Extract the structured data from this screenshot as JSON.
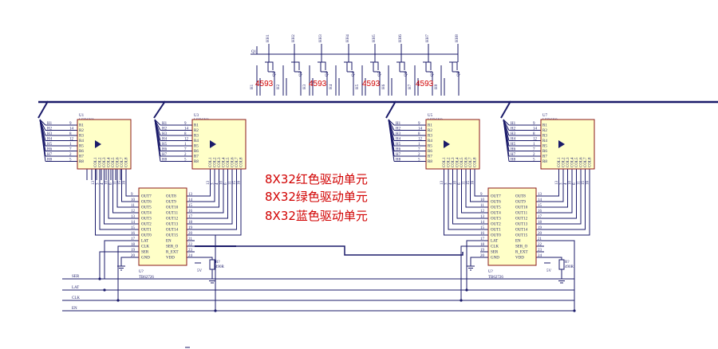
{
  "captions": [
    "8X32红色驱动单元",
    "8X32绿色驱动单元",
    "8X32蓝色驱动单元"
  ],
  "hh_labels": [
    "HH1",
    "HH2",
    "HH3",
    "HH4",
    "HH5",
    "HH6",
    "HH7",
    "HH8"
  ],
  "h_labels": [
    "H1",
    "H2",
    "H3",
    "H4",
    "H5",
    "H6",
    "H7",
    "H8"
  ],
  "q_labels": [
    "Q1",
    "Q2",
    "Q3",
    "Q4",
    "Q5",
    "Q6",
    "Q7",
    "Q8"
  ],
  "mosfet_part": "4593",
  "led_blocks": [
    {
      "ref": "U1",
      "part": "LEDSX8"
    },
    {
      "ref": "U3",
      "part": "LEDSX8"
    },
    {
      "ref": "U5",
      "part": "LEDSX8"
    },
    {
      "ref": "U7",
      "part": "LEDSX8"
    }
  ],
  "led_rows": [
    "R1",
    "R2",
    "R3",
    "R4",
    "R5",
    "R6",
    "R7",
    "R8"
  ],
  "led_pins": [
    "9",
    "14",
    "8",
    "12",
    "1",
    "7",
    "2",
    "5"
  ],
  "led_cols": [
    "COL1",
    "COL2",
    "COL3",
    "COL4",
    "COL5",
    "COL6",
    "COL7",
    "COL8"
  ],
  "col_pins": [
    "13",
    "3",
    "4",
    "10",
    "6",
    "11",
    "15",
    "16"
  ],
  "drivers": [
    {
      "ref": "U?",
      "part": "TB62726"
    },
    {
      "ref": "U?",
      "part": "TB62726"
    }
  ],
  "driver_left_pins": [
    "OUT7",
    "OUT6",
    "OUT5",
    "OUT4",
    "OUT3",
    "OUT2",
    "OUT1",
    "OUT0",
    "LAT",
    "CLK",
    "SER",
    "GND"
  ],
  "driver_left_nums": [
    "9",
    "10",
    "11",
    "12",
    "13",
    "14",
    "15",
    "16",
    "17",
    "18",
    "19",
    "20"
  ],
  "driver_right_pins": [
    "OUT8",
    "OUT9",
    "OUT10",
    "OUT11",
    "OUT12",
    "OUT13",
    "OUT14",
    "OUT15",
    "EN",
    "SER_O",
    "R_EXT",
    "VDD"
  ],
  "driver_right_nums": [
    "13",
    "14",
    "15",
    "16",
    "17",
    "18",
    "19",
    "20",
    "21",
    "22",
    "23",
    "24"
  ],
  "resistors": [
    {
      "ref": "R?",
      "value": "490R"
    },
    {
      "ref": "R?",
      "value": "490R"
    }
  ],
  "supply_label": "5V",
  "bus_signals": [
    "SER",
    "LAT",
    "CLK",
    "EN"
  ]
}
